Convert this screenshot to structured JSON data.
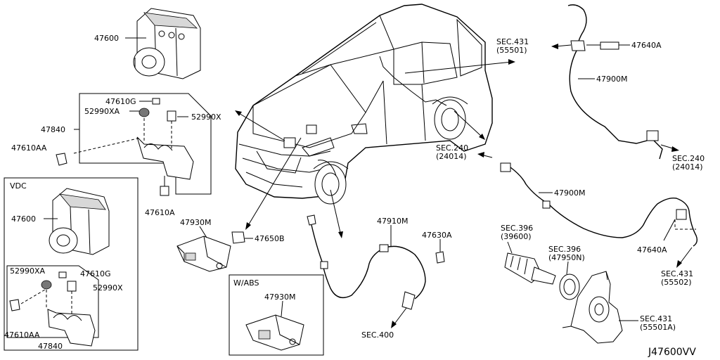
{
  "labels": {
    "p47600_top": "47600",
    "p47610g_top": "47610G",
    "p52990xa_top": "52990XA",
    "p52990x_top": "52990X",
    "p47840_top": "47840",
    "p47610aa_top": "47610AA",
    "p47610a": "47610A",
    "vdc_title": "VDC",
    "p47600_vdc": "47600",
    "p52990xa_vdc": "52990XA",
    "p47610g_vdc": "47610G",
    "p52990x_vdc": "52990X",
    "p47610aa_vdc": "47610AA",
    "p47840_vdc": "47840",
    "p47930m": "47930M",
    "p47650b": "47650B",
    "wabs_title": "W/ABS",
    "p47930m_abs": "47930M",
    "p47910m": "47910M",
    "p47630a": "47630A",
    "sec400": "SEC.400",
    "sec431_top_a": "SEC.431",
    "sec431_top_b": "(55501)",
    "p47640a_top": "47640A",
    "p47900m_top": "47900M",
    "sec240_right_a": "SEC.240",
    "sec240_right_b": "(24014)",
    "sec240_mid_a": "SEC.240",
    "sec240_mid_b": "(24014)",
    "p47900m_mid": "47900M",
    "p47640a_mid": "47640A",
    "sec431_mid_a": "SEC.431",
    "sec431_mid_b": "(55502)",
    "sec396_a1": "SEC.396",
    "sec396_a2": "(39600)",
    "sec396_b1": "SEC.396",
    "sec396_b2": "(47950N)",
    "sec431_bot_a": "SEC.431",
    "sec431_bot_b": "(55501A)",
    "diagram_code": "J47600VV"
  }
}
